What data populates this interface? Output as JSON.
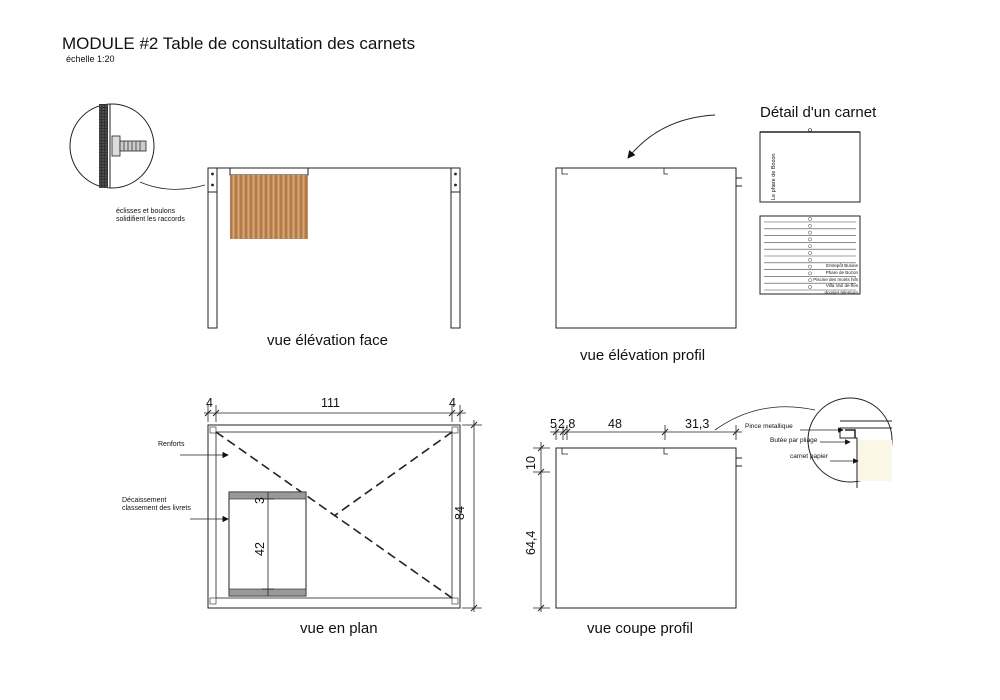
{
  "header": {
    "title": "MODULE #2 Table de consultation des carnets",
    "scale": "échelle 1:20"
  },
  "views": {
    "front": "vue élévation face",
    "side": "vue élévation profil",
    "plan": "vue en plan",
    "section": "vue coupe profil"
  },
  "detail": {
    "title": "Détail d'un carnet",
    "spine_text": "Le phare de Bozon",
    "list_labels": [
      "Entrepôt Busine",
      "Phare de Bozon",
      "Piscine des monts hifs",
      "Villa Vari de-fles",
      "doosier telemurn"
    ]
  },
  "annotations": {
    "joint_note_line1": "éclisses et boulons",
    "joint_note_line2": "solidifient les raccords",
    "renforts": "Renforts",
    "decaissement_line1": "Décaissement",
    "decaissement_line2": "classement des livrets",
    "pince": "Pince metallique",
    "butee": "Butée par pliage",
    "carnet": "carnet papier"
  },
  "dimensions": {
    "plan_left": "4",
    "plan_width": "111",
    "plan_right": "4",
    "plan_depth": "84",
    "plan_slot_gap": "3",
    "plan_slot_len": "42",
    "section_a": "5",
    "section_b": "2,8",
    "section_c": "48",
    "section_d": "31,3",
    "section_top": "10",
    "section_height": "64,4"
  }
}
